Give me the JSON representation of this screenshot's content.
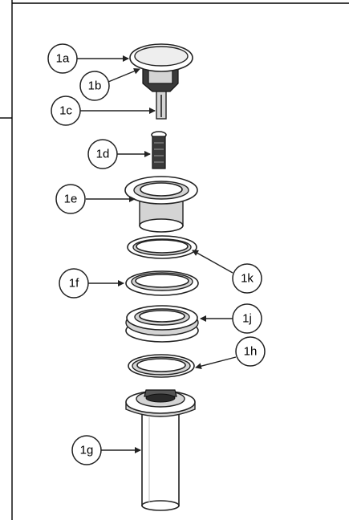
{
  "diagram": {
    "title": "",
    "callouts": [
      {
        "id": "1a",
        "label": "1a",
        "part": "cap"
      },
      {
        "id": "1b",
        "label": "1b",
        "part": "cap-underside"
      },
      {
        "id": "1c",
        "label": "1c",
        "part": "stem"
      },
      {
        "id": "1d",
        "label": "1d",
        "part": "spring-screw"
      },
      {
        "id": "1e",
        "label": "1e",
        "part": "flange"
      },
      {
        "id": "1k",
        "label": "1k",
        "part": "ring-top"
      },
      {
        "id": "1f",
        "label": "1f",
        "part": "washer"
      },
      {
        "id": "1j",
        "label": "1j",
        "part": "gasket"
      },
      {
        "id": "1h",
        "label": "1h",
        "part": "ring-bottom"
      },
      {
        "id": "1g",
        "label": "1g",
        "part": "body-tailpiece"
      }
    ]
  }
}
